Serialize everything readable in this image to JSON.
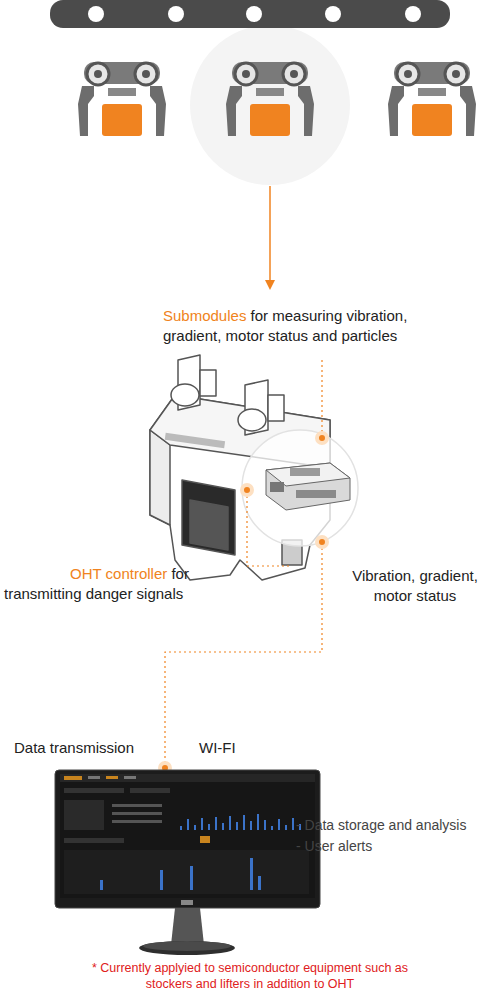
{
  "diagram": {
    "labels": [
      "Submodules",
      "for measuring vibration, gradient, motor status and particles",
      "OHT controller",
      "for transmitting danger signals",
      "Vibration, gradient, motor status",
      "Data transmission",
      "WI-FI",
      "- Data storage and analysis",
      "- User alerts",
      "* Currently applyied to semiconductor equipment such as stockers and lifters in addition to OHT"
    ]
  }
}
